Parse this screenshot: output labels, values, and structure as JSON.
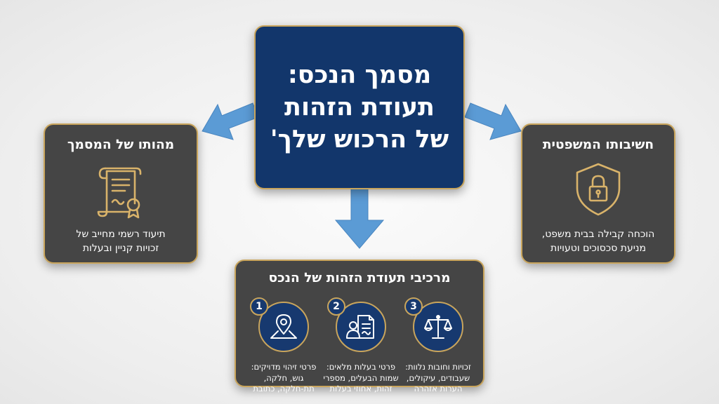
{
  "center": {
    "line1": "מסמך הנכס:",
    "line2": "תעודת הזהות",
    "line3": "של הרכוש שלך'"
  },
  "left_card": {
    "title": "מהותו של המסמך",
    "icon": "certificate-scroll-icon",
    "text_line1": "תיעוד רשמי מחייב של",
    "text_line2": "זכויות קניין ובעלות"
  },
  "right_card": {
    "title": "חשיבותו המשפטית",
    "icon": "shield-lock-icon",
    "text_line1": "הוכחה קבילה בבית משפט,",
    "text_line2": "מניעת סכסוכים וטעויות"
  },
  "bottom_card": {
    "title": "מרכיבי תעודת הזהות של הנכס",
    "components": [
      {
        "number": "3",
        "icon": "scales-icon",
        "line1": "זכויות וחובות נלוות:",
        "line2": "שעבודים, עיקולים,",
        "line3": "הערות אזהרה"
      },
      {
        "number": "2",
        "icon": "owner-document-icon",
        "line1": "פרטי בעלות מלאים:",
        "line2": "שמות הבעלים, מספרי",
        "line3": "זהות, אחוזי בעלות"
      },
      {
        "number": "1",
        "icon": "map-pin-icon",
        "line1": "פרטי זיהוי מדויקים:",
        "line2": "גוש, חלקה,",
        "line3": "תת-חלקה, כתובת"
      }
    ]
  },
  "colors": {
    "navy": "#12366b",
    "gold": "#c9a55c",
    "dark_panel": "#454545",
    "arrow_blue": "#5b9bd5"
  }
}
